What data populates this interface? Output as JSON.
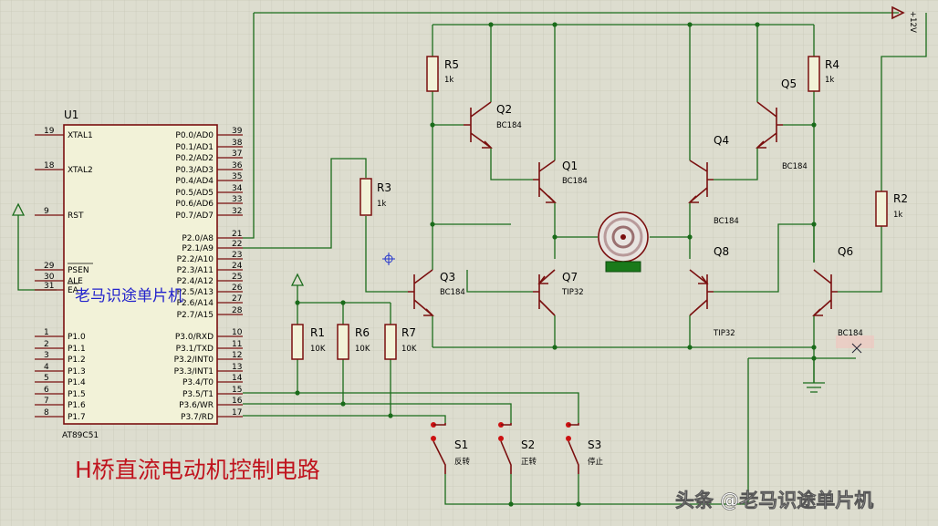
{
  "mcu": {
    "ref": "U1",
    "part": "AT89C51",
    "left_pins": [
      {
        "num": "19",
        "name": "XTAL1"
      },
      {
        "num": "18",
        "name": "XTAL2"
      },
      {
        "num": "9",
        "name": "RST"
      },
      {
        "num": "29",
        "name": "PSEN"
      },
      {
        "num": "30",
        "name": "ALE"
      },
      {
        "num": "31",
        "name": "EA"
      },
      {
        "num": "1",
        "name": "P1.0"
      },
      {
        "num": "2",
        "name": "P1.1"
      },
      {
        "num": "3",
        "name": "P1.2"
      },
      {
        "num": "4",
        "name": "P1.3"
      },
      {
        "num": "5",
        "name": "P1.4"
      },
      {
        "num": "6",
        "name": "P1.5"
      },
      {
        "num": "7",
        "name": "P1.6"
      },
      {
        "num": "8",
        "name": "P1.7"
      }
    ],
    "right_pins": [
      {
        "num": "39",
        "name": "P0.0/AD0"
      },
      {
        "num": "38",
        "name": "P0.1/AD1"
      },
      {
        "num": "37",
        "name": "P0.2/AD2"
      },
      {
        "num": "36",
        "name": "P0.3/AD3"
      },
      {
        "num": "35",
        "name": "P0.4/AD4"
      },
      {
        "num": "34",
        "name": "P0.5/AD5"
      },
      {
        "num": "33",
        "name": "P0.6/AD6"
      },
      {
        "num": "32",
        "name": "P0.7/AD7"
      },
      {
        "num": "21",
        "name": "P2.0/A8"
      },
      {
        "num": "22",
        "name": "P2.1/A9"
      },
      {
        "num": "23",
        "name": "P2.2/A10"
      },
      {
        "num": "24",
        "name": "P2.3/A11"
      },
      {
        "num": "25",
        "name": "P2.4/A12"
      },
      {
        "num": "26",
        "name": "P2.5/A13"
      },
      {
        "num": "27",
        "name": "P2.6/A14"
      },
      {
        "num": "28",
        "name": "P2.7/A15"
      },
      {
        "num": "10",
        "name": "P3.0/RXD"
      },
      {
        "num": "11",
        "name": "P3.1/TXD"
      },
      {
        "num": "12",
        "name": "P3.2/INT0"
      },
      {
        "num": "13",
        "name": "P3.3/INT1"
      },
      {
        "num": "14",
        "name": "P3.4/T0"
      },
      {
        "num": "15",
        "name": "P3.5/T1"
      },
      {
        "num": "16",
        "name": "P3.6/WR"
      },
      {
        "num": "17",
        "name": "P3.7/RD"
      }
    ]
  },
  "resistors": [
    {
      "ref": "R5",
      "value": "1k"
    },
    {
      "ref": "R4",
      "value": "1k"
    },
    {
      "ref": "R3",
      "value": "1k"
    },
    {
      "ref": "R2",
      "value": "1k"
    },
    {
      "ref": "R1",
      "value": "10K"
    },
    {
      "ref": "R6",
      "value": "10K"
    },
    {
      "ref": "R7",
      "value": "10K"
    }
  ],
  "transistors": [
    {
      "ref": "Q1",
      "part": "BC184"
    },
    {
      "ref": "Q2",
      "part": "BC184"
    },
    {
      "ref": "Q3",
      "part": "BC184"
    },
    {
      "ref": "Q4",
      "part": "BC184"
    },
    {
      "ref": "Q5",
      "part": "BC184"
    },
    {
      "ref": "Q6",
      "part": "BC184"
    },
    {
      "ref": "Q7",
      "part": "TIP32"
    },
    {
      "ref": "Q8",
      "part": "TIP32"
    }
  ],
  "switches": [
    {
      "ref": "S1",
      "label": "反转"
    },
    {
      "ref": "S2",
      "label": "正转"
    },
    {
      "ref": "S3",
      "label": "停止"
    }
  ],
  "power_label": "+12V",
  "title": "H桥直流电动机控制电路",
  "overlay_text": "老马识途单片机",
  "watermark": "头条 @老马识途单片机",
  "colors": {
    "background": "#ddddcf",
    "grid": "#c9c9b9",
    "wire": "#1a6b1a",
    "component": "#7a0f0f",
    "title": "#c0141e",
    "overlay": "#2222cc"
  }
}
